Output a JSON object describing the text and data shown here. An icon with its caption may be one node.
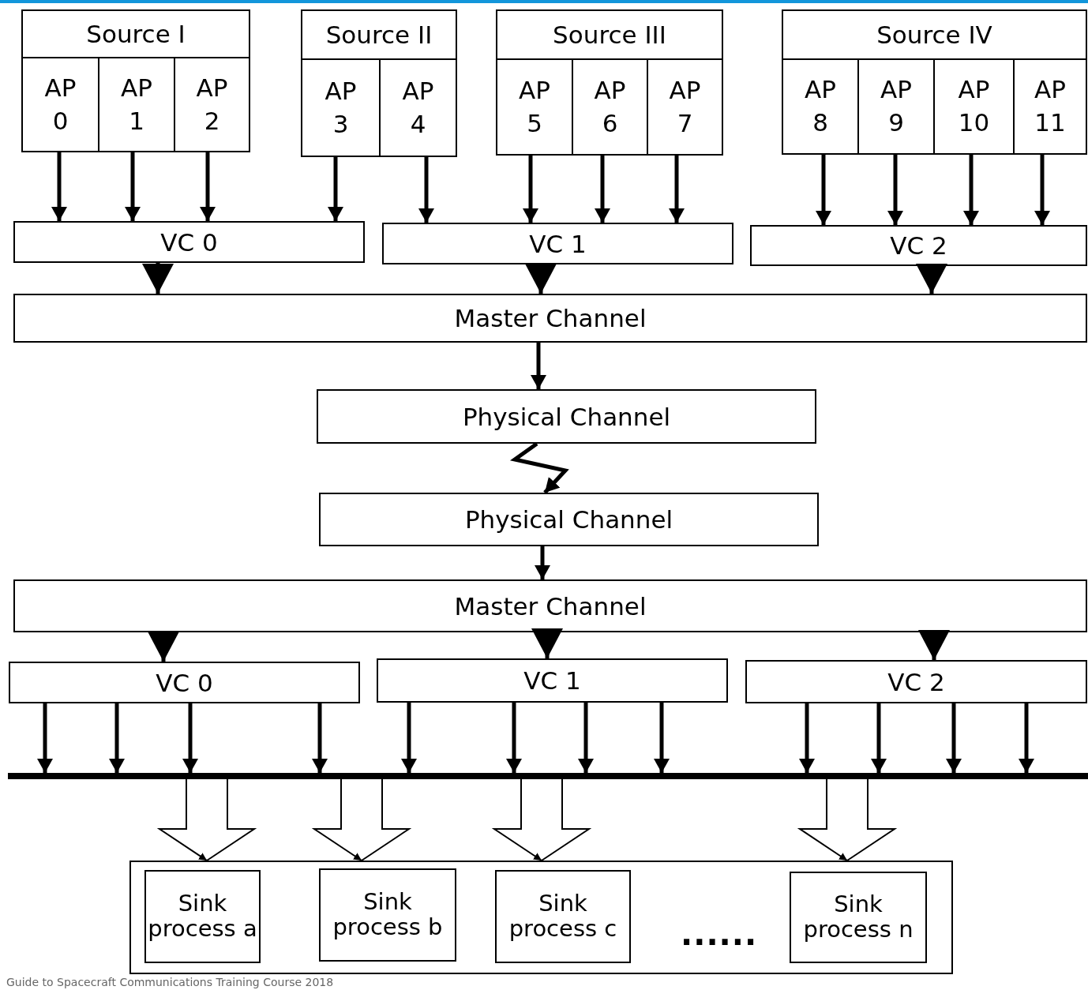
{
  "diagram": {
    "nodes": [
      {
        "text": [
          "Source I"
        ]
      },
      {
        "text": [
          "AP 0"
        ],
        "in": 0
      },
      {
        "text": [
          "AP 1"
        ],
        "in": 0
      },
      {
        "text": [
          "AP 2"
        ],
        "in": 0
      },
      {
        "text": [
          "Source II"
        ]
      },
      {
        "text": [
          "AP 3"
        ],
        "in": 4
      },
      {
        "text": [
          "AP 4"
        ],
        "in": 4
      },
      {
        "text": [
          "Source III"
        ]
      },
      {
        "text": [
          "AP 5"
        ],
        "in": 7
      },
      {
        "text": [
          "AP 6"
        ],
        "in": 7
      },
      {
        "text": [
          "AP 7"
        ],
        "in": 7
      },
      {
        "text": [
          "Source IV"
        ]
      },
      {
        "text": [
          "AP 8"
        ],
        "in": 11
      },
      {
        "text": [
          "AP 9"
        ],
        "in": 11
      },
      {
        "text": [
          "AP 10"
        ],
        "in": 11
      },
      {
        "text": [
          "AP 11"
        ],
        "in": 11
      },
      {
        "text": [
          "VC 0"
        ]
      },
      {
        "text": [
          "VC 1"
        ]
      },
      {
        "text": [
          "VC 2"
        ]
      },
      {
        "text": [
          "Master Channel"
        ]
      },
      {
        "text": [
          "Physical Channel"
        ]
      },
      {
        "text": [
          "Physical Channel"
        ]
      },
      {
        "text": [
          "Master Channel"
        ]
      },
      {
        "text": [
          "VC 0"
        ]
      },
      {
        "text": [
          "VC 1"
        ]
      },
      {
        "text": [
          "VC 2"
        ]
      },
      {
        "text": [],
        "shape": "bar"
      },
      {
        "text": [],
        "shape": "box"
      },
      {
        "text": [
          "Sink process a"
        ],
        "in": 27
      },
      {
        "text": [
          "Sink process b"
        ],
        "in": 27
      },
      {
        "text": [
          "Sink process c"
        ],
        "in": 27
      },
      {
        "text": [
          "Sink process n"
        ],
        "in": 27
      }
    ],
    "edges": [
      {
        "from": 1,
        "to": 16,
        "arrow": "to"
      },
      {
        "from": 2,
        "to": 16,
        "arrow": "to"
      },
      {
        "from": 3,
        "to": 16,
        "arrow": "to"
      },
      {
        "from": 5,
        "to": 16,
        "arrow": "to"
      },
      {
        "from": 6,
        "to": 17,
        "arrow": "to"
      },
      {
        "from": 8,
        "to": 17,
        "arrow": "to"
      },
      {
        "from": 9,
        "to": 17,
        "arrow": "to"
      },
      {
        "from": 10,
        "to": 17,
        "arrow": "to"
      },
      {
        "from": 12,
        "to": 18,
        "arrow": "to"
      },
      {
        "from": 13,
        "to": 18,
        "arrow": "to"
      },
      {
        "from": 14,
        "to": 18,
        "arrow": "to"
      },
      {
        "from": 15,
        "to": 18,
        "arrow": "to"
      },
      {
        "from": 16,
        "to": 19,
        "arrow": "to"
      },
      {
        "from": 17,
        "to": 19,
        "arrow": "to"
      },
      {
        "from": 18,
        "to": 19,
        "arrow": "to"
      },
      {
        "from": 19,
        "to": 20,
        "arrow": "to"
      },
      {
        "from": 20,
        "to": 21,
        "arrow": "to"
      },
      {
        "from": 21,
        "to": 22,
        "arrow": "to"
      },
      {
        "from": 22,
        "to": 23,
        "arrow": "to"
      },
      {
        "from": 22,
        "to": 24,
        "arrow": "to"
      },
      {
        "from": 22,
        "to": 25,
        "arrow": "to"
      },
      {
        "from": 23,
        "to": 26,
        "arrow": "to"
      },
      {
        "from": 23,
        "to": 26,
        "arrow": "to"
      },
      {
        "from": 23,
        "to": 26,
        "arrow": "to"
      },
      {
        "from": 23,
        "to": 26,
        "arrow": "to"
      },
      {
        "from": 24,
        "to": 26,
        "arrow": "to"
      },
      {
        "from": 24,
        "to": 26,
        "arrow": "to"
      },
      {
        "from": 24,
        "to": 26,
        "arrow": "to"
      },
      {
        "from": 24,
        "to": 26,
        "arrow": "to"
      },
      {
        "from": 25,
        "to": 26,
        "arrow": "to"
      },
      {
        "from": 25,
        "to": 26,
        "arrow": "to"
      },
      {
        "from": 25,
        "to": 26,
        "arrow": "to"
      },
      {
        "from": 25,
        "to": 26,
        "arrow": "to"
      },
      {
        "from": 26,
        "to": 27,
        "arrow": "to"
      },
      {
        "from": 26,
        "to": 27,
        "arrow": "to"
      },
      {
        "from": 26,
        "to": 27,
        "arrow": "to"
      },
      {
        "from": 26,
        "to": 27,
        "arrow": "to"
      }
    ],
    "labels": [
      "......",
      "Guide to Spacecraft Communications Training Course 2018"
    ]
  }
}
